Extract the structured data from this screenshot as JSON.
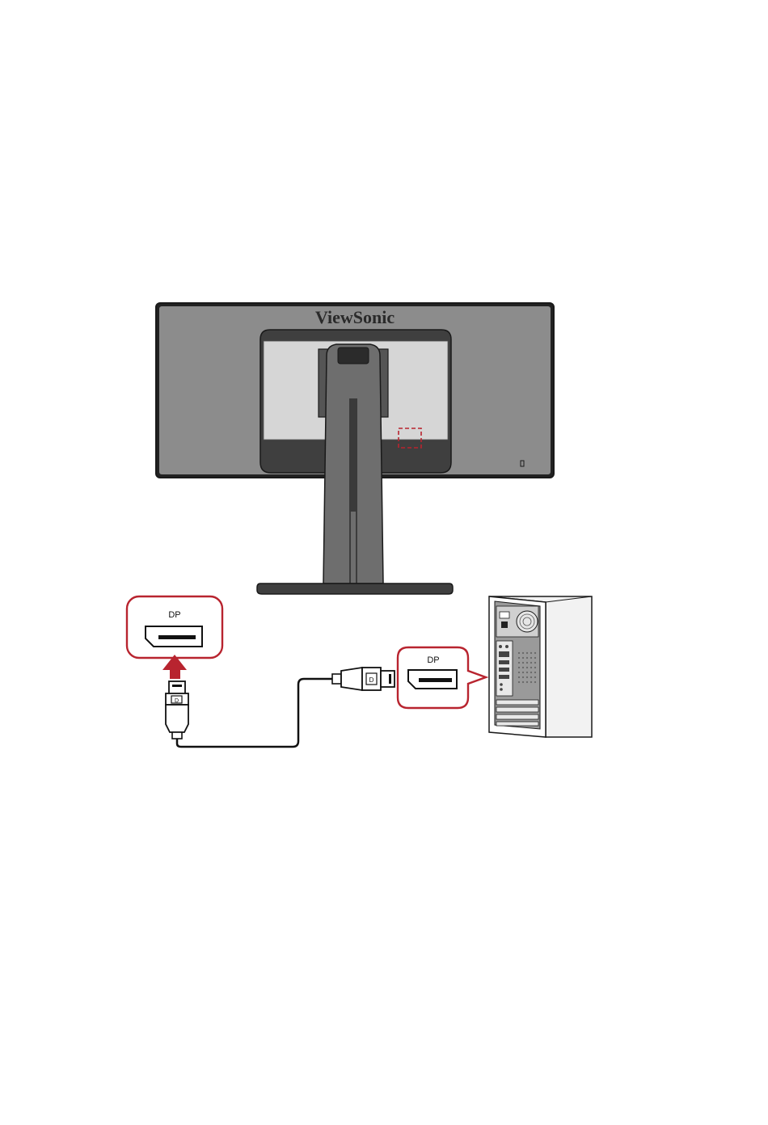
{
  "diagram": {
    "monitor": {
      "brand": "ViewSonic"
    },
    "monitor_port_callout": {
      "label": "DP"
    },
    "computer_port_callout": {
      "label": "DP"
    },
    "colors": {
      "accent_red": "#b8242f",
      "monitor_dark": "#3f3f3f",
      "monitor_body": "#8c8c8c",
      "panel_light": "#d6d6d6",
      "stand_gray": "#6e6e6e",
      "outline": "#1a1a1a",
      "tower_light": "#f2f2f2",
      "tower_back": "#9a9a9a"
    },
    "icons": [
      "displayport-connector-icon",
      "displayport-socket-icon",
      "insert-arrow-icon"
    ]
  }
}
